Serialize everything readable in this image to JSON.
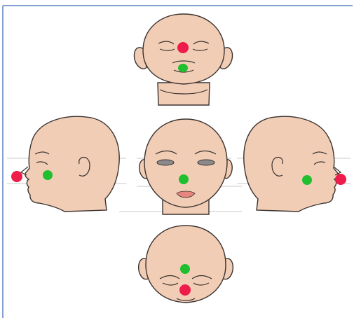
{
  "figure": {
    "frame_color": "#5b7fbf",
    "skin_color": "#f2cdb5",
    "outline_color": "#3a3330",
    "marker_colors": {
      "red": "#ee1c4a",
      "green": "#1fbf2f"
    },
    "lip_color": "#e7857f",
    "views": [
      {
        "name": "head-from-below",
        "markers": [
          "red",
          "green"
        ]
      },
      {
        "name": "head-left-profile",
        "markers": [
          "red",
          "green"
        ]
      },
      {
        "name": "head-front",
        "markers": [
          "green"
        ]
      },
      {
        "name": "head-right-profile",
        "markers": [
          "green",
          "red"
        ]
      },
      {
        "name": "head-from-above",
        "markers": [
          "green",
          "red"
        ]
      }
    ]
  }
}
